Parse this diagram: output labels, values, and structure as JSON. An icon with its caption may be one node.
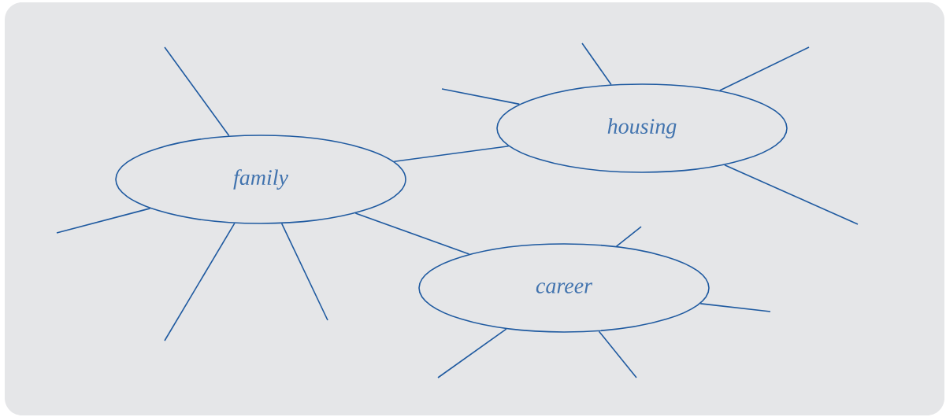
{
  "diagram": {
    "nodes": [
      {
        "text": [
          "family"
        ]
      },
      {
        "text": [
          "housing"
        ]
      },
      {
        "text": [
          "career"
        ]
      }
    ],
    "edges": [
      {
        "from": 0,
        "to": 1,
        "arrow": "none"
      },
      {
        "from": 0,
        "to": 2,
        "arrow": "none"
      },
      {
        "from": 0,
        "to": null,
        "arrow": "none"
      },
      {
        "from": 0,
        "to": null,
        "arrow": "none"
      },
      {
        "from": 0,
        "to": null,
        "arrow": "none"
      },
      {
        "from": 0,
        "to": null,
        "arrow": "none"
      },
      {
        "from": 1,
        "to": null,
        "arrow": "none"
      },
      {
        "from": 1,
        "to": null,
        "arrow": "none"
      },
      {
        "from": 1,
        "to": null,
        "arrow": "none"
      },
      {
        "from": 1,
        "to": null,
        "arrow": "none"
      },
      {
        "from": 2,
        "to": null,
        "arrow": "none"
      },
      {
        "from": 2,
        "to": null,
        "arrow": "none"
      },
      {
        "from": 2,
        "to": null,
        "arrow": "none"
      },
      {
        "from": 2,
        "to": null,
        "arrow": "none"
      }
    ]
  }
}
